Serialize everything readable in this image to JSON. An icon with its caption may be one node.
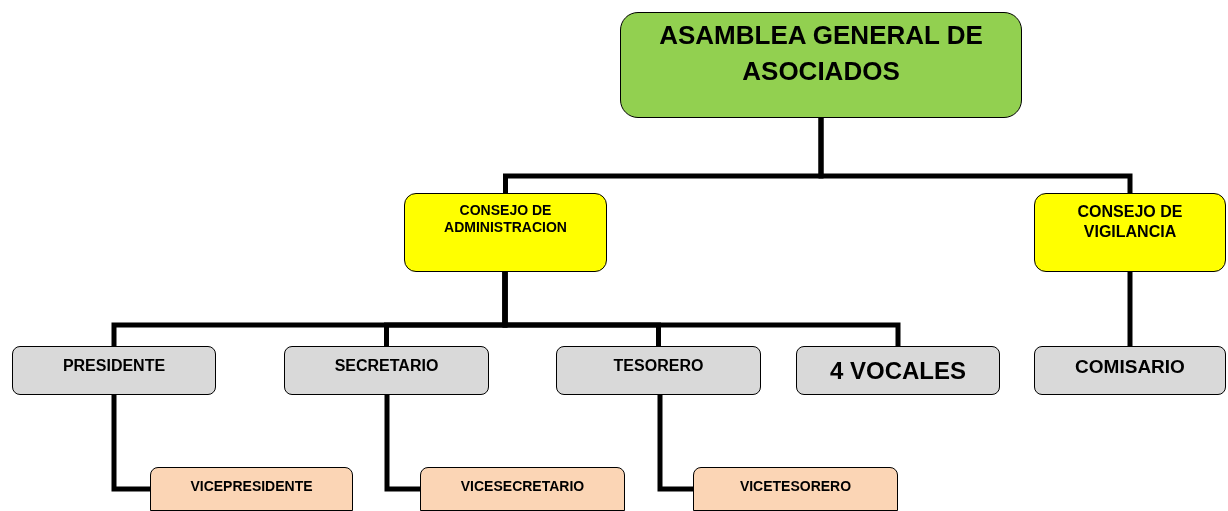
{
  "diagram": {
    "nodes": [
      {
        "text": [
          "ASAMBLEA GENERAL DE ASOCIADOS"
        ]
      },
      {
        "text": [
          "CONSEJO DE ADMINISTRACION"
        ]
      },
      {
        "text": [
          "CONSEJO DE VIGILANCIA"
        ]
      },
      {
        "text": [
          "PRESIDENTE"
        ]
      },
      {
        "text": [
          "SECRETARIO"
        ]
      },
      {
        "text": [
          "TESORERO"
        ]
      },
      {
        "text": [
          "4 VOCALES"
        ]
      },
      {
        "text": [
          "COMISARIO"
        ]
      },
      {
        "text": [
          "VICEPRESIDENTE"
        ]
      },
      {
        "text": [
          "VICESECRETARIO"
        ]
      },
      {
        "text": [
          "VICETESORERO"
        ]
      }
    ],
    "edges": [
      {
        "from": 0,
        "to": 1,
        "arrow": "none"
      },
      {
        "from": 0,
        "to": 2,
        "arrow": "none"
      },
      {
        "from": 1,
        "to": 3,
        "arrow": "none"
      },
      {
        "from": 1,
        "to": 4,
        "arrow": "none"
      },
      {
        "from": 1,
        "to": 5,
        "arrow": "none"
      },
      {
        "from": 1,
        "to": 6,
        "arrow": "none"
      },
      {
        "from": 2,
        "to": 7,
        "arrow": "none"
      },
      {
        "from": 3,
        "to": 8,
        "arrow": "none"
      },
      {
        "from": 4,
        "to": 9,
        "arrow": "none"
      },
      {
        "from": 5,
        "to": 10,
        "arrow": "none"
      }
    ]
  }
}
